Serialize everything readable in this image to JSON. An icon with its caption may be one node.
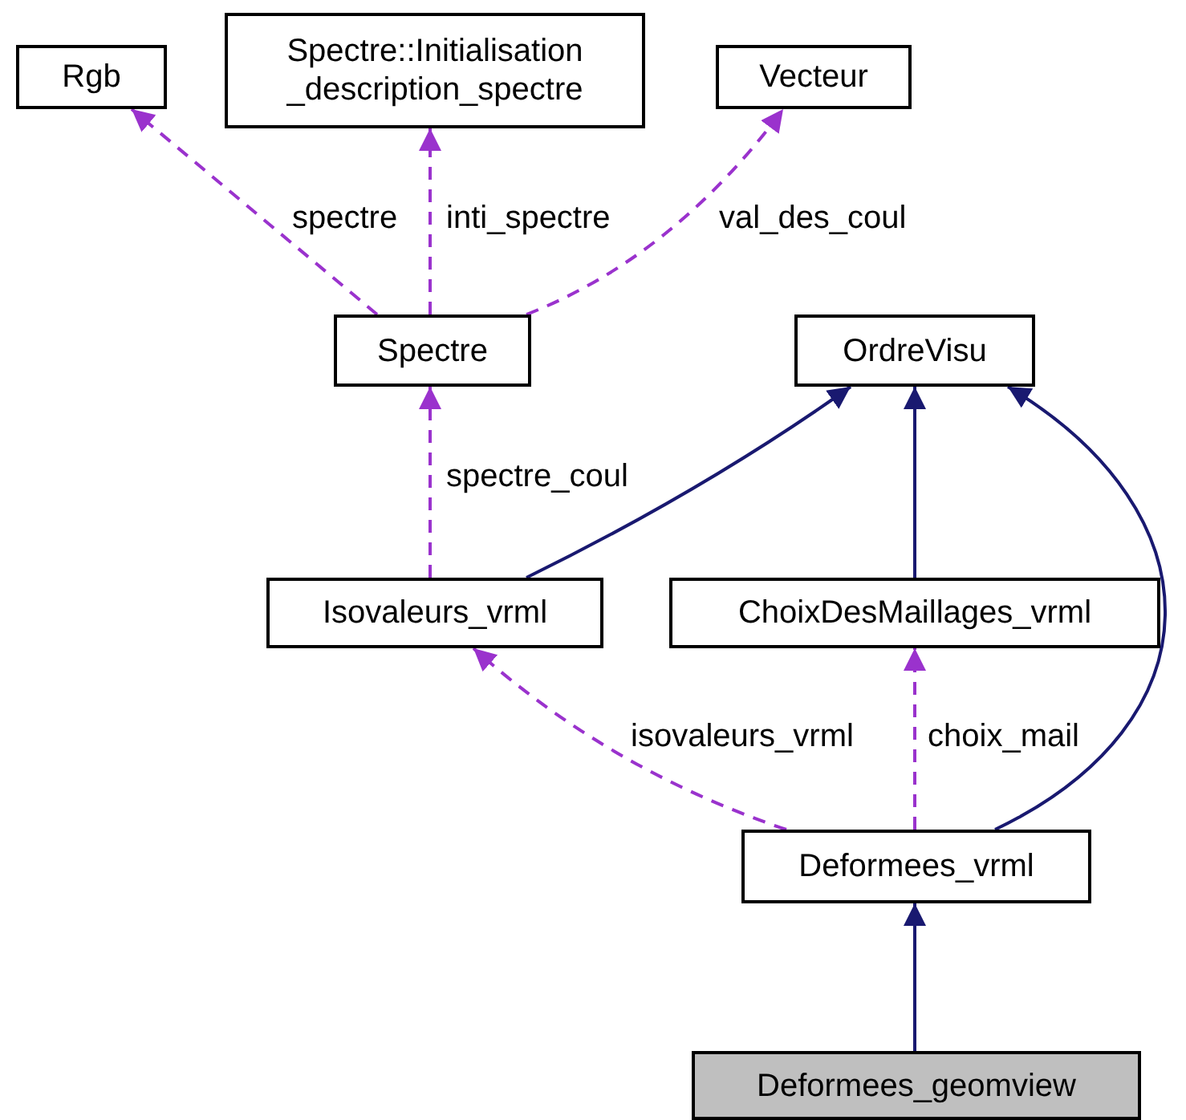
{
  "diagram": {
    "nodes": [
      {
        "text": [
          "Rgb"
        ]
      },
      {
        "text": [
          "Spectre::Initialisation _description_spectre"
        ]
      },
      {
        "text": [
          "Vecteur"
        ]
      },
      {
        "text": [
          "Spectre"
        ]
      },
      {
        "text": [
          "OrdreVisu"
        ]
      },
      {
        "text": [
          "Isovaleurs_vrml"
        ]
      },
      {
        "text": [
          "ChoixDesMaillages_vrml"
        ]
      },
      {
        "text": [
          "Deformees_vrml"
        ]
      },
      {
        "text": [
          "Deformees_geomview"
        ]
      }
    ],
    "edges": [
      {
        "from": 3,
        "to": 0,
        "arrow": "to",
        "label": "spectre",
        "style": "dashed"
      },
      {
        "from": 3,
        "to": 1,
        "arrow": "to",
        "label": "inti_spectre",
        "style": "dashed"
      },
      {
        "from": 3,
        "to": 2,
        "arrow": "to",
        "label": "val_des_coul",
        "style": "dashed"
      },
      {
        "from": 5,
        "to": 3,
        "arrow": "to",
        "label": "spectre_coul",
        "style": "dashed"
      },
      {
        "from": 5,
        "to": 4,
        "arrow": "to",
        "color": "#191970"
      },
      {
        "from": 6,
        "to": 4,
        "arrow": "to",
        "color": "#191970"
      },
      {
        "from": 7,
        "to": 4,
        "arrow": "to",
        "color": "#191970"
      },
      {
        "from": 7,
        "to": 5,
        "arrow": "to",
        "label": "isovaleurs_vrml",
        "style": "dashed"
      },
      {
        "from": 7,
        "to": 6,
        "arrow": "to",
        "label": "choix_mail",
        "style": "dashed"
      },
      {
        "from": 8,
        "to": 7,
        "arrow": "to",
        "color": "#191970"
      }
    ]
  }
}
